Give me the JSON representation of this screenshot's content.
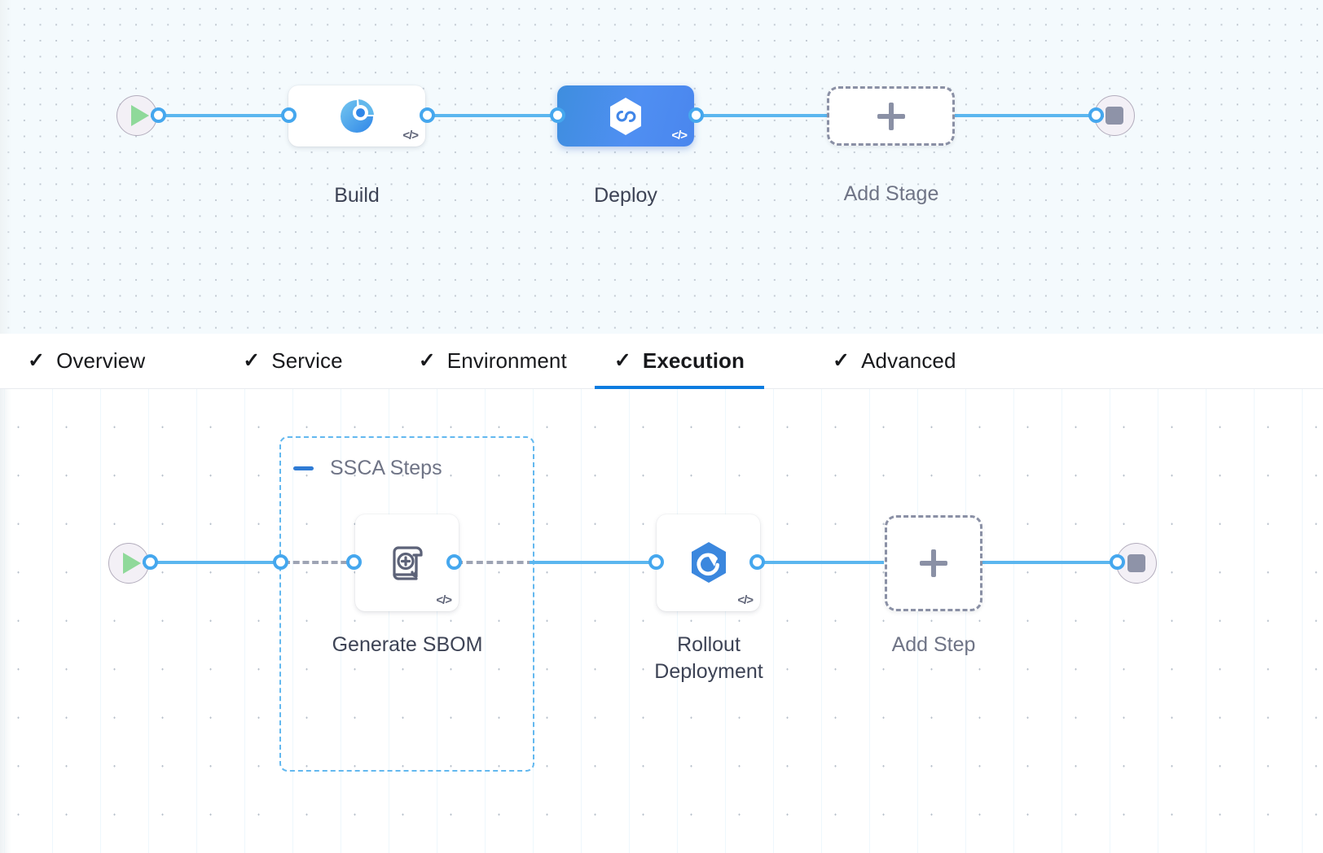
{
  "stage_canvas": {
    "start_node": {
      "name": "pipeline-start",
      "icon": "play-icon"
    },
    "end_node": {
      "name": "pipeline-end",
      "icon": "stop-icon"
    },
    "stages": [
      {
        "label": "Build",
        "icon": "build-pie-icon",
        "badge": "</>",
        "selected": false
      },
      {
        "label": "Deploy",
        "icon": "harness-hexagon-icon",
        "badge": "</>",
        "selected": true
      }
    ],
    "add_stage": {
      "label": "Add Stage",
      "icon": "plus-icon"
    }
  },
  "tabs": {
    "check_glyph": "✓",
    "items": [
      {
        "label": "Overview",
        "active": false
      },
      {
        "label": "Service",
        "active": false
      },
      {
        "label": "Environment",
        "active": false
      },
      {
        "label": "Execution",
        "active": true
      },
      {
        "label": "Advanced",
        "active": false
      }
    ],
    "active_underline_color": "#0b7ce0"
  },
  "step_canvas": {
    "start_node": {
      "name": "execution-start",
      "icon": "play-icon"
    },
    "end_node": {
      "name": "execution-end",
      "icon": "stop-icon"
    },
    "group": {
      "title": "SSCA Steps",
      "collapse_icon": "minus-icon",
      "border_color": "#63b8ef"
    },
    "steps": [
      {
        "label": "Generate SBOM",
        "icon": "sbom-scroll-icon",
        "badge": "</>",
        "in_group": true
      },
      {
        "label": "Rollout Deployment",
        "icon": "rollout-hexagon-icon",
        "badge": "</>",
        "in_group": false
      }
    ],
    "add_step": {
      "label": "Add Step",
      "icon": "plus-icon"
    }
  },
  "colors": {
    "edge": "#5bb6ef",
    "port_border": "#45a7ee",
    "dashed_edge": "#9ea4b4",
    "deploy_gradient_from": "#3e8ede",
    "deploy_gradient_to": "#4a86ee",
    "stage_canvas_bg": "#f4fafd",
    "step_canvas_bg": "#ffffff"
  }
}
